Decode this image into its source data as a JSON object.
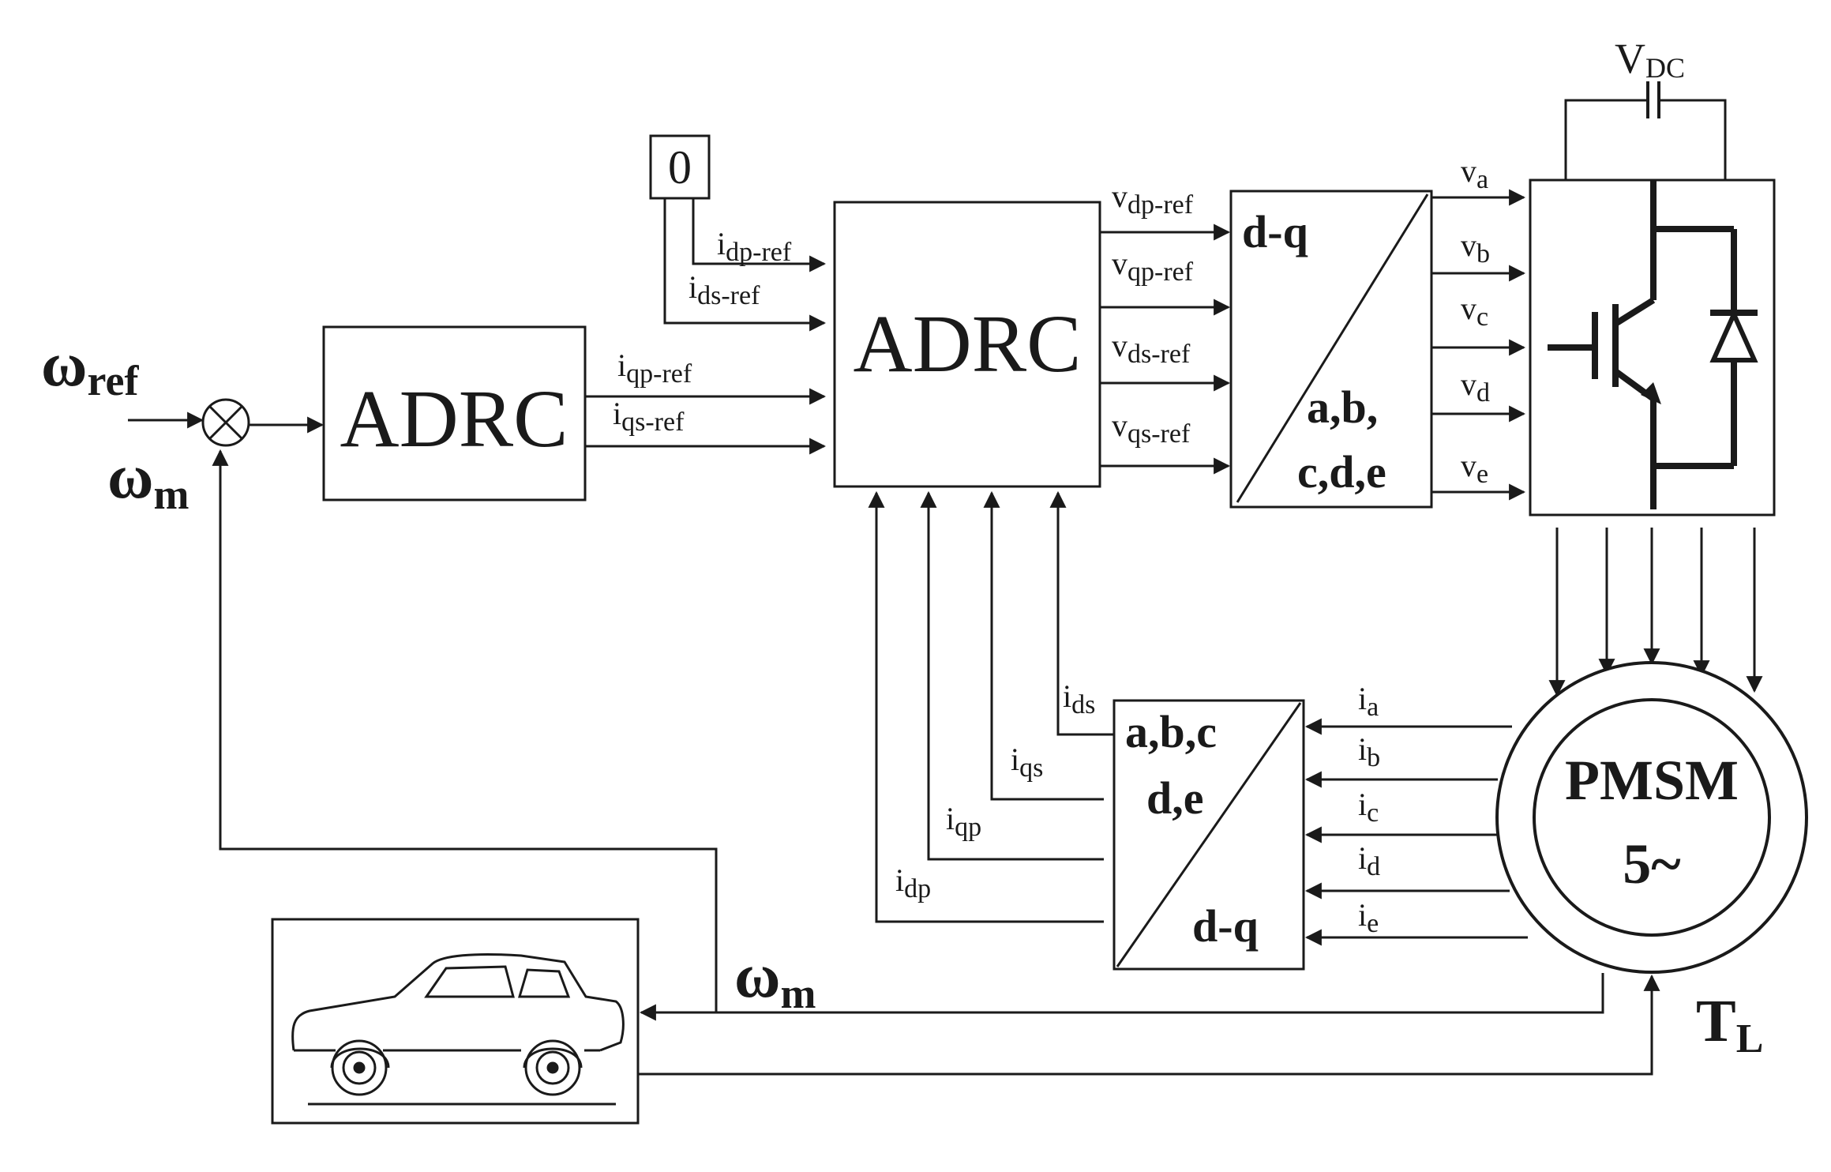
{
  "inputs": {
    "omega_ref": {
      "sym": "ω",
      "sub": "ref"
    },
    "omega_m": {
      "sym": "ω",
      "sub": "m"
    },
    "zero": "0"
  },
  "speed_controller": {
    "label": "ADRC"
  },
  "current_controller": {
    "label": "ADRC"
  },
  "current_refs": [
    {
      "sym": "i",
      "sub": "dp-ref"
    },
    {
      "sym": "i",
      "sub": "ds-ref"
    },
    {
      "sym": "i",
      "sub": "qp-ref"
    },
    {
      "sym": "i",
      "sub": "qs-ref"
    }
  ],
  "voltage_refs": [
    {
      "sym": "v",
      "sub": "dp-ref"
    },
    {
      "sym": "v",
      "sub": "qp-ref"
    },
    {
      "sym": "v",
      "sub": "ds-ref"
    },
    {
      "sym": "v",
      "sub": "qs-ref"
    }
  ],
  "inverse_park": {
    "top": "d-q",
    "bottom_1": "a,b,",
    "bottom_2": "c,d,e"
  },
  "phase_voltages": [
    {
      "sym": "v",
      "sub": "a"
    },
    {
      "sym": "v",
      "sub": "b"
    },
    {
      "sym": "v",
      "sub": "c"
    },
    {
      "sym": "v",
      "sub": "d"
    },
    {
      "sym": "v",
      "sub": "e"
    }
  ],
  "dc_link": {
    "sym": "V",
    "sub": "DC"
  },
  "motor": {
    "name": "PMSM",
    "phases": "5~"
  },
  "park": {
    "top_1": "a,b,c",
    "top_2": "d,e",
    "bottom": "d-q"
  },
  "phase_currents": [
    {
      "sym": "i",
      "sub": "a"
    },
    {
      "sym": "i",
      "sub": "b"
    },
    {
      "sym": "i",
      "sub": "c"
    },
    {
      "sym": "i",
      "sub": "d"
    },
    {
      "sym": "i",
      "sub": "e"
    }
  ],
  "measured_currents": [
    {
      "sym": "i",
      "sub": "ds"
    },
    {
      "sym": "i",
      "sub": "qs"
    },
    {
      "sym": "i",
      "sub": "qp"
    },
    {
      "sym": "i",
      "sub": "dp"
    }
  ],
  "load_torque": {
    "sym": "T",
    "sub": "L"
  }
}
